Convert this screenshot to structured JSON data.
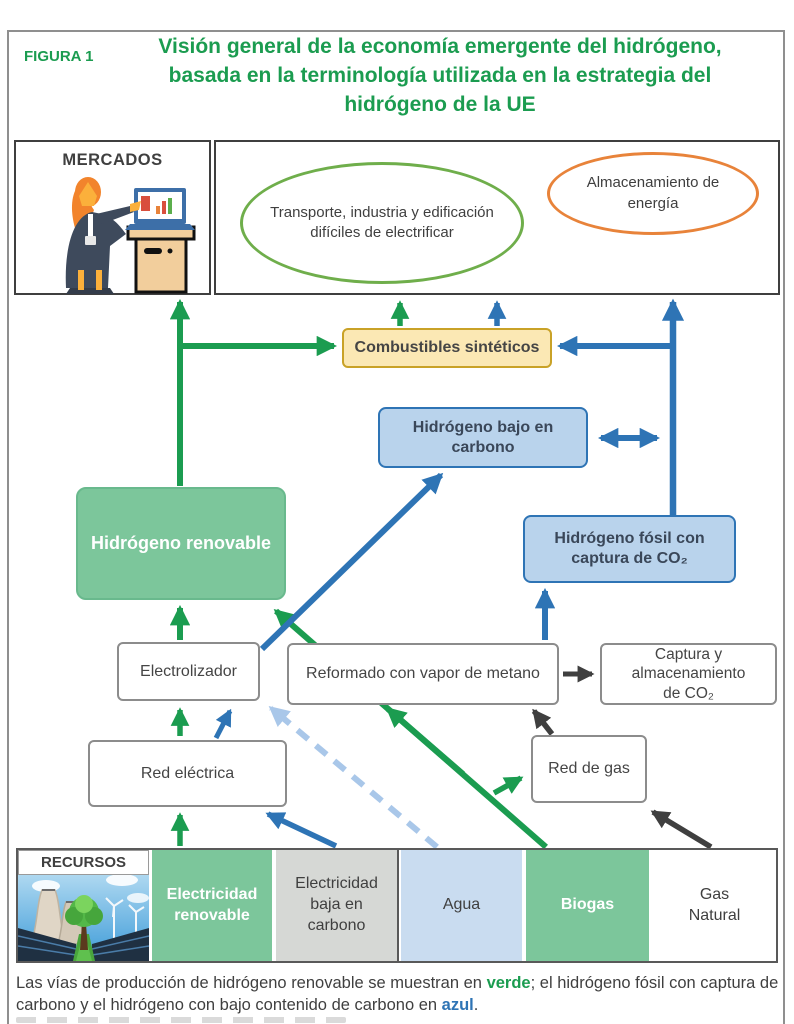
{
  "figure": {
    "tag": "FIGURA 1",
    "title": "Visión general de la economía emergente del hidrógeno, basada en la terminología utilizada en la estrategia del hidrógeno de la UE"
  },
  "mercados": {
    "label": "MERCADOS",
    "ellipse_green": "Transporte, industria y edificación difíciles de electrificar",
    "ellipse_orange": "Almacenamiento de energía"
  },
  "nodes": {
    "combustibles": "Combustibles sintéticos",
    "h2_bajo": "Hidrógeno bajo en carbono",
    "h2_renovable": "Hidrógeno renovable",
    "h2_fosil": "Hidrógeno fósil con captura de CO₂",
    "electrolizador": "Electrolizador",
    "reformado": "Reformado con vapor de metano",
    "captura": "Captura y almacenamiento de CO₂",
    "red_electrica": "Red eléctrica",
    "red_gas": "Red de gas"
  },
  "recursos": {
    "label": "RECURSOS",
    "cells": [
      {
        "label": "Electricidad renovable",
        "color": "#7CC69B"
      },
      {
        "label": "Electricidad baja en carbono",
        "color": "#D6D8D5"
      },
      {
        "label": "Agua",
        "color": "#C9DCF0"
      },
      {
        "label": "Biogas",
        "color": "#7CC69B"
      },
      {
        "label": "Gas Natural",
        "color": "#FFFFFF"
      }
    ]
  },
  "caption": {
    "part1": "Las vías de producción de hidrógeno renovable se muestran en ",
    "verde": "verde",
    "part2": "; el hidrógeno fósil con captura de carbono y el hidrógeno con bajo contenido de carbono en ",
    "azul": "azul",
    "part3": "."
  },
  "colors": {
    "green": "#1B9C50",
    "blue": "#2E74B5",
    "light_blue": "#A9C7E9",
    "black_arrow": "#3F3F3F",
    "green_fill": "#7CC69B",
    "blue_fill": "#B9D3EC",
    "yellow_fill": "#FBE8B4",
    "ellipse_green_border": "#6FAE4B",
    "ellipse_orange_border": "#E8833A",
    "gray_fill": "#D6D8D5"
  }
}
